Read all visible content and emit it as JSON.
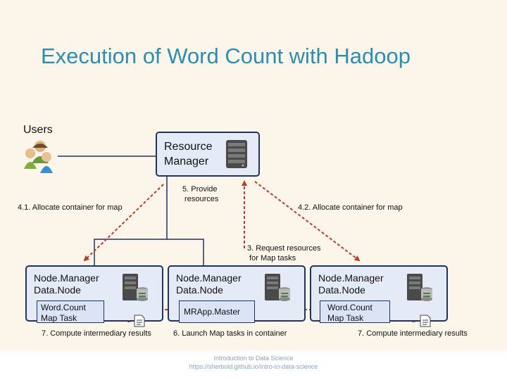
{
  "title": "Execution of Word Count with Hadoop",
  "users": {
    "label": "Users"
  },
  "resource_manager": {
    "label": "Resource\nManager"
  },
  "steps": {
    "provide_resources": "5. Provide\n resources",
    "allocate_left": "4.1. Allocate container for map",
    "allocate_right": "4.2. Allocate container for map",
    "request_resources": "3. Request resources\n for Map tasks",
    "compute_left": "7. Compute intermediary results",
    "launch_map": "6. Launch Map tasks in container",
    "compute_right": "7. Compute intermediary results"
  },
  "nodes": [
    {
      "label": "Node.Manager\nData.Node",
      "task": "Word.Count\nMap Task"
    },
    {
      "label": "Node.Manager\nData.Node",
      "task": "MRApp.Master"
    },
    {
      "label": "Node.Manager\nData.Node",
      "task": "Word.Count\nMap Task"
    }
  ],
  "footer": {
    "line1": "Introduction to Data Science",
    "line2": "https://sherbold.github.io/intro-to-data-science"
  },
  "colors": {
    "title": "#2a8fb0",
    "box_border": "#1e3560",
    "box_fill": "#e4ebf7",
    "arrow_red": "#c0392b",
    "background": "#fbf5ea"
  },
  "icons": [
    "users-icon",
    "server-icon",
    "server-database-icon",
    "document-icon"
  ]
}
